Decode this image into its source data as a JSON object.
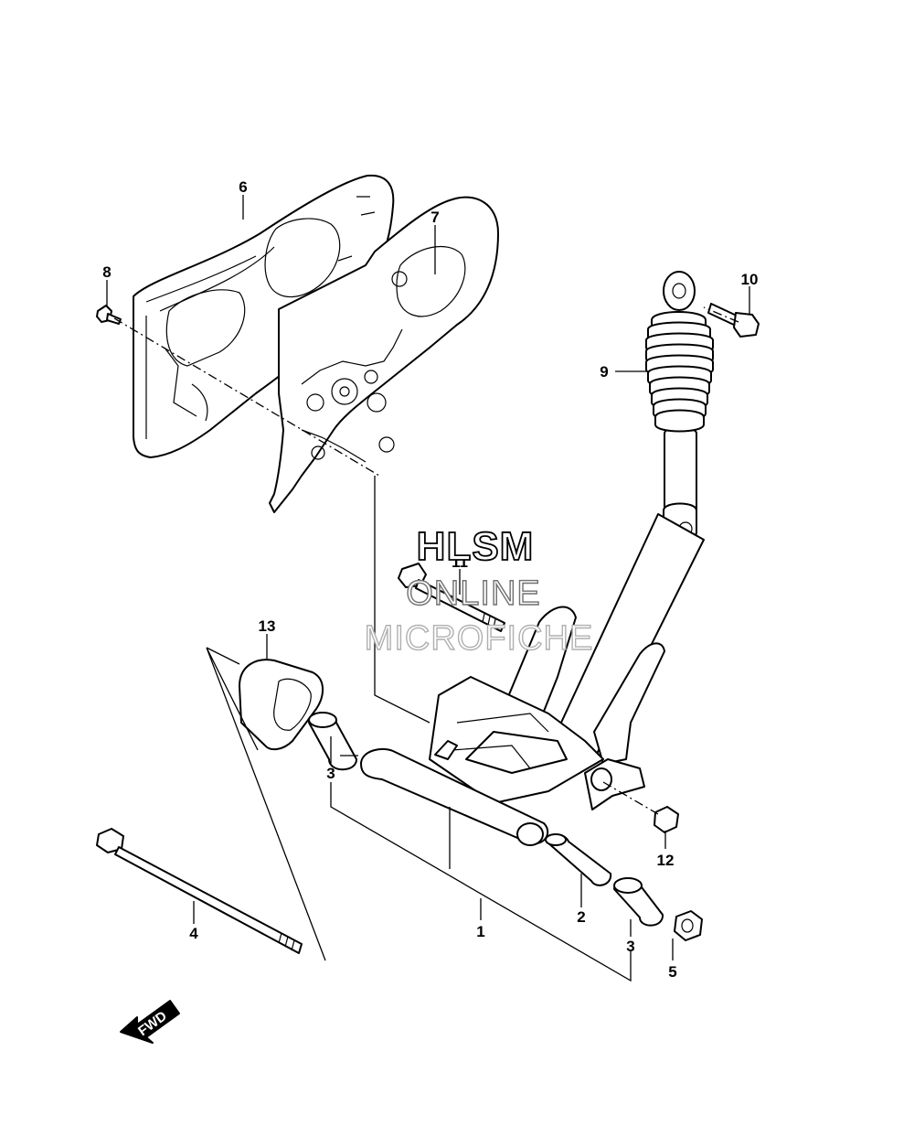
{
  "callouts": {
    "c1": "1",
    "c2": "2",
    "c3a": "3",
    "c3b": "3",
    "c4": "4",
    "c5": "5",
    "c6": "6",
    "c7": "7",
    "c8": "8",
    "c9": "9",
    "c10": "10",
    "c11": "11",
    "c12": "12",
    "c13": "13"
  },
  "watermark": {
    "line1": "HLSM",
    "line2": "ONLINE",
    "line3": "MICROFICHE"
  },
  "fwd_label": "FWD"
}
